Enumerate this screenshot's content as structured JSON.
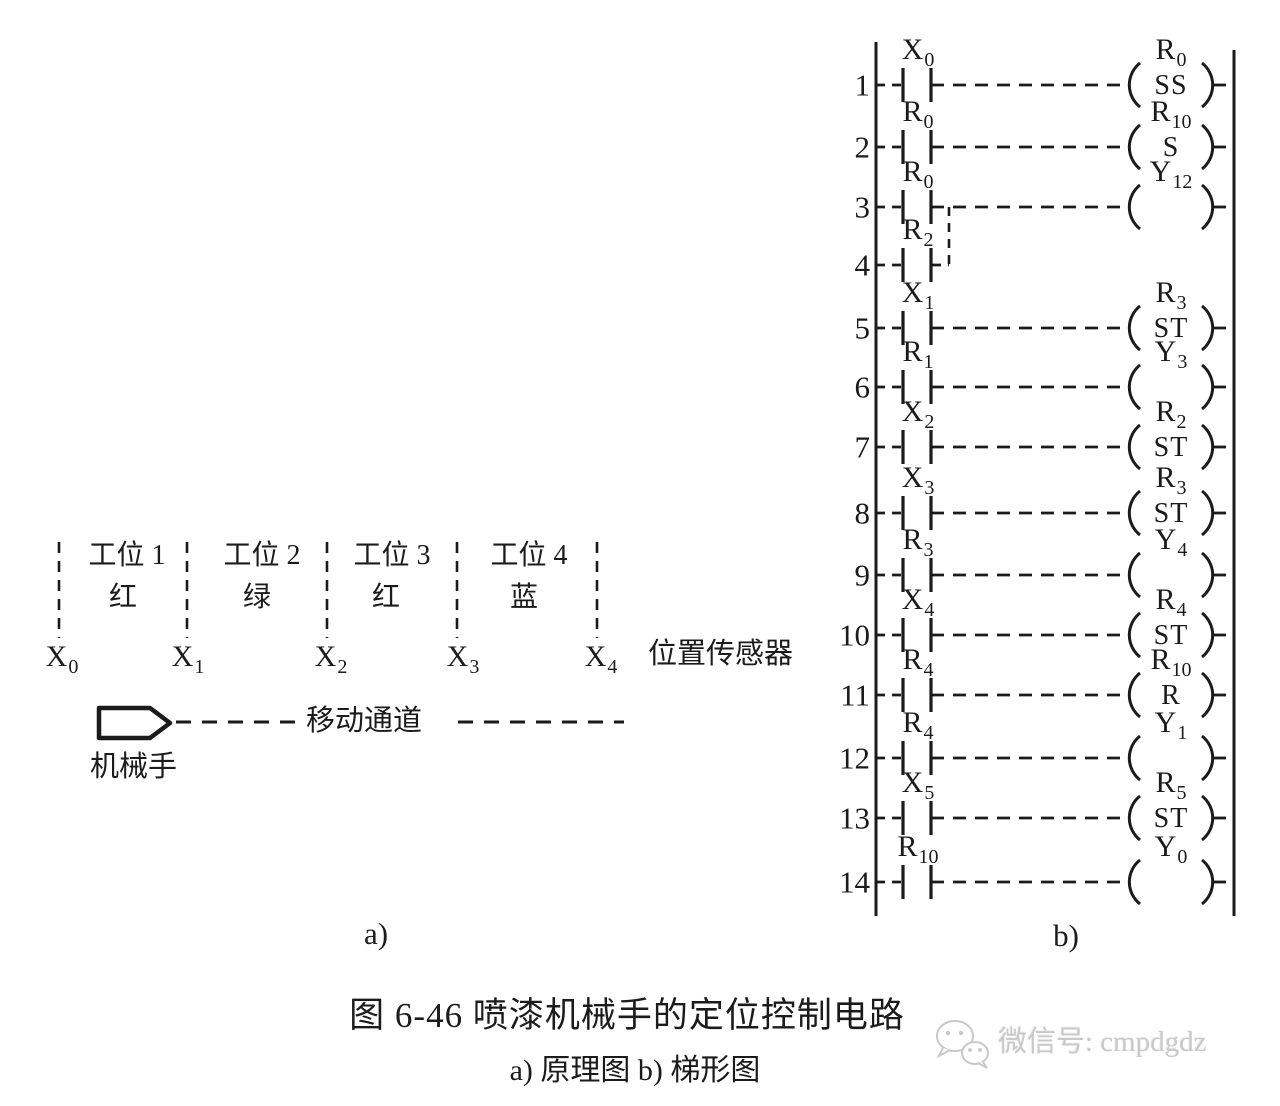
{
  "colors": {
    "ink": "#1b1b1b",
    "background": "#ffffff",
    "watermark": "#c9c9c9"
  },
  "figure": {
    "caption": "图 6-46   喷漆机械手的定位控制电路",
    "subcaption": "a) 原理图   b) 梯形图",
    "watermark": {
      "icon": "wechat-icon",
      "text": "微信号: cmpdgdz"
    },
    "panel_a": {
      "label": "a)",
      "sensors": [
        {
          "base": "X",
          "sub": "0"
        },
        {
          "base": "X",
          "sub": "1"
        },
        {
          "base": "X",
          "sub": "2"
        },
        {
          "base": "X",
          "sub": "3"
        },
        {
          "base": "X",
          "sub": "4"
        }
      ],
      "sensor_caption": "位置传感器",
      "stations": [
        {
          "name": "工位 1",
          "color": "红"
        },
        {
          "name": "工位 2",
          "color": "绿"
        },
        {
          "name": "工位 3",
          "color": "红"
        },
        {
          "name": "工位 4",
          "color": "蓝"
        }
      ],
      "channel_label": "移动通道",
      "manipulator_label": "机械手"
    },
    "panel_b": {
      "label": "b)",
      "rungs": [
        {
          "number": "1",
          "contact": {
            "base": "X",
            "sub": "0"
          },
          "coil": {
            "base": "R",
            "sub": "0",
            "op": "SS"
          }
        },
        {
          "number": "2",
          "contact": {
            "base": "R",
            "sub": "0"
          },
          "coil": {
            "base": "R",
            "sub": "10",
            "op": "S"
          }
        },
        {
          "number": "3",
          "contact": {
            "base": "R",
            "sub": "0"
          },
          "coil": {
            "base": "Y",
            "sub": "12",
            "op": ""
          }
        },
        {
          "number": "4",
          "contact": {
            "base": "R",
            "sub": "2"
          },
          "branch": true
        },
        {
          "number": "5",
          "contact": {
            "base": "X",
            "sub": "1"
          },
          "coil": {
            "base": "R",
            "sub": "3",
            "op": "ST"
          }
        },
        {
          "number": "6",
          "contact": {
            "base": "R",
            "sub": "1"
          },
          "coil": {
            "base": "Y",
            "sub": "3",
            "op": ""
          }
        },
        {
          "number": "7",
          "contact": {
            "base": "X",
            "sub": "2"
          },
          "coil": {
            "base": "R",
            "sub": "2",
            "op": "ST"
          }
        },
        {
          "number": "8",
          "contact": {
            "base": "X",
            "sub": "3"
          },
          "coil": {
            "base": "R",
            "sub": "3",
            "op": "ST"
          }
        },
        {
          "number": "9",
          "contact": {
            "base": "R",
            "sub": "3"
          },
          "coil": {
            "base": "Y",
            "sub": "4",
            "op": ""
          }
        },
        {
          "number": "10",
          "contact": {
            "base": "X",
            "sub": "4"
          },
          "coil": {
            "base": "R",
            "sub": "4",
            "op": "ST"
          }
        },
        {
          "number": "11",
          "contact": {
            "base": "R",
            "sub": "4"
          },
          "coil": {
            "base": "R",
            "sub": "10",
            "op": "R"
          }
        },
        {
          "number": "12",
          "contact": {
            "base": "R",
            "sub": "4"
          },
          "coil": {
            "base": "Y",
            "sub": "1",
            "op": ""
          }
        },
        {
          "number": "13",
          "contact": {
            "base": "X",
            "sub": "5"
          },
          "coil": {
            "base": "R",
            "sub": "5",
            "op": "ST"
          }
        },
        {
          "number": "14",
          "contact": {
            "base": "R",
            "sub": "10"
          },
          "coil": {
            "base": "Y",
            "sub": "0",
            "op": ""
          }
        }
      ]
    }
  }
}
